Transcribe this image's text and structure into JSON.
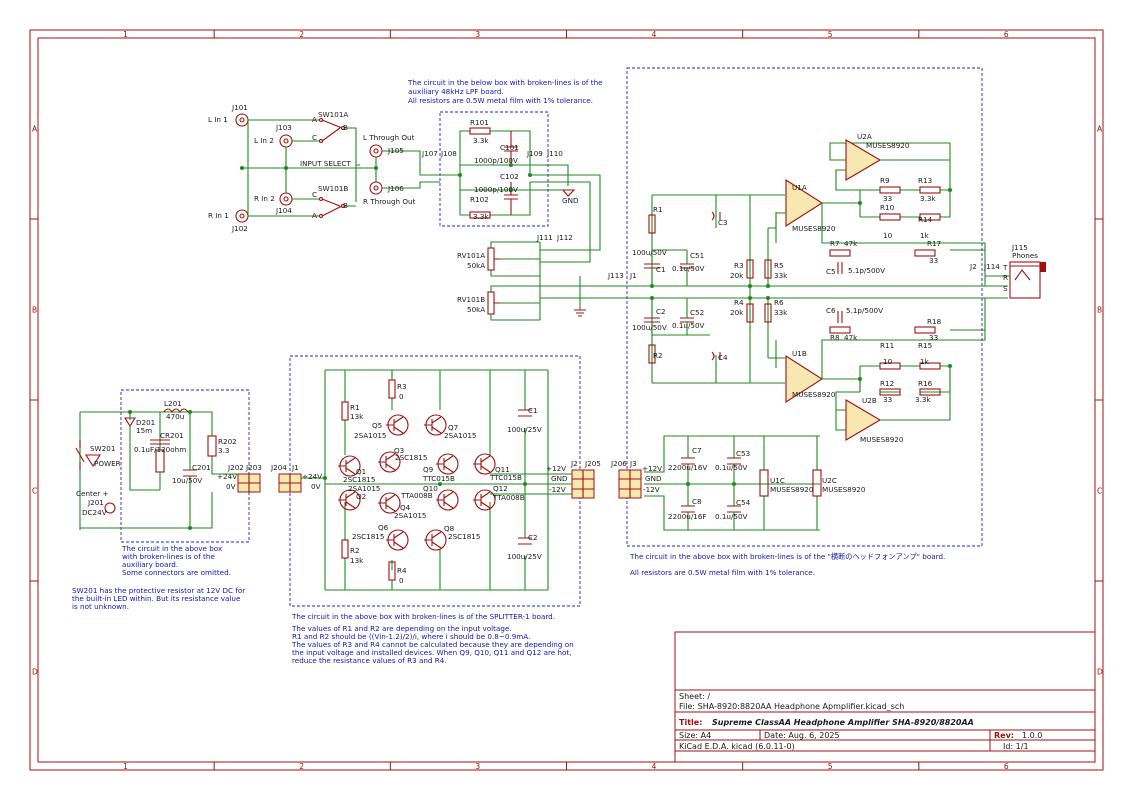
{
  "frame": {
    "cols": [
      "1",
      "2",
      "3",
      "4",
      "5",
      "6"
    ],
    "rows": [
      "A",
      "B",
      "C",
      "D"
    ]
  },
  "notes": {
    "lpf_box": [
      "The circuit in the below box with broken-lines is of the",
      "auxiliary 48kHz LPF board.",
      "All resistors are 0.5W metal film with 1% tolerance."
    ],
    "aux_box": [
      "The circuit in the above box",
      "with broken-lines is of the",
      "auxiliary board.",
      "Some connectors are omitted."
    ],
    "sw201": [
      "SW201 has the protective resistor at 12V DC for",
      "the built-in LED within. But its resistance value",
      "is not unknown."
    ],
    "splitter_title": "The circuit in the above box with broken-lines is of the SPLITTER-1 board.",
    "splitter": [
      "The values of R1 and R2 are depending on the input voltage.",
      "R1 and R2 should be ((Vin-1.2)/2)/i, where i should be 0.8~0.9mA.",
      "The values of R3 and R4 cannot be calculated because they are depending on",
      "the input voltage and installed devices. When Q9, Q10, Q11 and Q12 are hot,",
      "reduce the resistance values of R3 and R4."
    ],
    "amp_box": "The circuit in the above box with broken-lines is of the \"横断のヘッドフォンアンプ\" board.",
    "amp_res": "All resistors are 0.5W metal film with 1% tolerance."
  },
  "labels": {
    "j101": "J101",
    "j102": "J102",
    "j103": "J103",
    "j104": "J104",
    "j105": "J105",
    "j106": "J106",
    "l_in1": "L In 1",
    "l_in2": "L In 2",
    "r_in1": "R In 1",
    "r_in2": "R In 2",
    "sw101a": "SW101A",
    "sw101b": "SW101B",
    "input_select": "INPUT SELECT",
    "l_through": "L Through Out",
    "r_through": "R Through Out",
    "a": "A",
    "b": "B",
    "c": "C",
    "j107": "J107",
    "j108": "J108",
    "j109": "J109",
    "j110": "J110",
    "j111": "J111",
    "j112": "J112",
    "j113": "J113",
    "r101": "R101",
    "r101v": "3.3k",
    "r102": "R102",
    "r102v": "3.3k",
    "c101": "C101",
    "c101v": "1000p/100V",
    "c102": "C102",
    "c102v": "1000p/100V",
    "gnd": "GND",
    "rv101a": "RV101A",
    "rv101b": "RV101B",
    "rvv": "50kA",
    "j1": "J1",
    "j2": "J2",
    "j114": "J114",
    "j115": "J115",
    "phones": "Phones",
    "t": "T",
    "r": "R",
    "s": "S",
    "r1": "R1",
    "r2": "R2",
    "c1a": "C1",
    "c2a": "C2",
    "c3": "C3",
    "c4": "C4",
    "c1v": "100u/50V",
    "c2v": "100u/50V",
    "c51": "C51",
    "c51v": "0.1u/50V",
    "c52": "C52",
    "c52v": "0.1u/50V",
    "r3": "R3",
    "r3v": "20k",
    "r4": "R4",
    "r4v": "20k",
    "r5": "R5",
    "r5v": "33k",
    "r6": "R6",
    "r6v": "33k",
    "u1a": "U1A",
    "u1b": "U1B",
    "u2a": "U2A",
    "u2b": "U2B",
    "u1c": "U1C",
    "u2c": "U2C",
    "muses": "MUSES8920",
    "r7": "R7",
    "r7v": "47k",
    "r8": "R8",
    "r8v": "47k",
    "c5": "C5",
    "c5v": "5.1p/500V",
    "c6": "C6",
    "c6v": "5.1p/500V",
    "r9": "R9",
    "r9v": "33",
    "r10": "R10",
    "r10v": "10",
    "r11": "R11",
    "r11v": "10",
    "r12": "R12",
    "r12v": "33",
    "r13": "R13",
    "r13v": "3.3k",
    "r14": "R14",
    "r14v": "1k",
    "r15": "R15",
    "r15v": "1k",
    "r16": "R16",
    "r16v": "3.3k",
    "r17": "R17",
    "r17v": "33",
    "r18": "R18",
    "r18v": "33",
    "c7": "C7",
    "c7v": "2200u/16V",
    "c8": "C8",
    "c8v": "2200u/16F",
    "c53": "C53",
    "c53v": "0.1u/50V",
    "c54": "C54",
    "c54v": "0.1u/50V",
    "j205": "J205",
    "j206": "J206",
    "j3": "J3",
    "p12": "+12V",
    "gnd2": "GND",
    "m12": "-12V",
    "sp_p12": "+12V",
    "sp_gnd": "GND",
    "sp_m12": "-12V",
    "sw201": "SW201",
    "power": "POWER",
    "center": "Center +",
    "j201": "J201",
    "dc24": "DC24V",
    "d201": "D201",
    "l201": "L201",
    "l201v": "470u",
    "cr201": "CR201",
    "cr201v": "0.1uF/120ohm",
    "d201v": "15m",
    "c201": "C201",
    "c201v": "10u/50V",
    "r202": "R202",
    "r202v": "3.3",
    "j202": "J202",
    "j203": "J203",
    "j204": "J204",
    "sj1": "J1",
    "p24": "+24V",
    "v0": "0V",
    "p24b": "+24V",
    "v0b": "0V",
    "sr1": "R1",
    "sr1v": "13k",
    "sr2": "R2",
    "sr2v": "13k",
    "sr3": "R3",
    "sr3v": "0",
    "sr4": "R4",
    "sr4v": "0",
    "sc1": "C1",
    "sc1v": "100u/25V",
    "sc2": "C2",
    "sc2v": "100u/25V",
    "q1": "Q1",
    "q1v": "2SC1815",
    "q2": "Q2",
    "q2v": "2SA1015",
    "q3": "Q3",
    "q3v": "2SC1815",
    "q4": "Q4",
    "q4v": "2SA1015",
    "q5": "Q5",
    "q5v": "2SA1015",
    "q6": "Q6",
    "q6v": "2SC1815",
    "q7": "Q7",
    "q7v": "2SA1015",
    "q8": "Q8",
    "q8v": "2SC1815",
    "q9": "Q9",
    "q9v": "TTC015B",
    "q10": "Q10",
    "q10v": "TTA008B",
    "q11": "Q11",
    "q11v": "TTC015B",
    "q12": "Q12",
    "q12v": "TTA008B"
  },
  "title_block": {
    "sheet_label": "Sheet: /",
    "file_label": "File: SHA-8920:8820AA Headphone Apmplifier.kicad_sch",
    "title_key": "Title:",
    "title": "Supreme ClassAA Headphone Amplifier SHA-8920/8820AA",
    "size_label": "Size: A4",
    "date_label": "Date: Aug. 6, 2025",
    "rev_key": "Rev:",
    "rev": "1.0.0",
    "tool_label": "KiCad E.D.A.  kicad (6.0.11-0)",
    "id_label": "Id: 1/1"
  }
}
